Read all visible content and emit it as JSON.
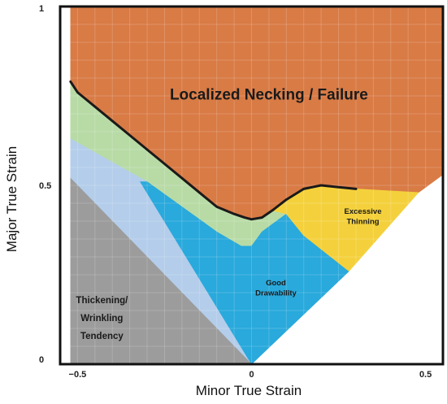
{
  "chart_data": {
    "type": "area",
    "title": "",
    "xlabel": "Minor True Strain",
    "ylabel": "Major True Strain",
    "xlim": [
      -0.55,
      0.55
    ],
    "ylim": [
      0,
      1
    ],
    "x_ticks": [
      {
        "value": -0.5,
        "label": "−0.5"
      },
      {
        "value": 0,
        "label": "0"
      },
      {
        "value": 0.5,
        "label": "0.5"
      }
    ],
    "y_ticks": [
      {
        "value": 0,
        "label": "0"
      },
      {
        "value": 0.5,
        "label": "0.5"
      },
      {
        "value": 1,
        "label": "1"
      }
    ],
    "grid": true,
    "forming_limit_curve": {
      "x": [
        -0.52,
        -0.5,
        -0.45,
        -0.4,
        -0.35,
        -0.3,
        -0.25,
        -0.2,
        -0.15,
        -0.1,
        -0.05,
        -0.02,
        0.0,
        0.03,
        0.06,
        0.1,
        0.15,
        0.2,
        0.25,
        0.3
      ],
      "y": [
        0.79,
        0.76,
        0.72,
        0.68,
        0.64,
        0.6,
        0.56,
        0.52,
        0.48,
        0.44,
        0.42,
        0.41,
        0.405,
        0.41,
        0.43,
        0.46,
        0.49,
        0.5,
        0.495,
        0.49
      ]
    },
    "regions": [
      {
        "name": "Localized Necking / Failure",
        "color": "#d97b45",
        "polygon": [
          [
            -0.52,
            1.0
          ],
          [
            0.55,
            1.0
          ],
          [
            0.55,
            0.53
          ],
          [
            0.48,
            0.48
          ],
          [
            0.3,
            0.49
          ],
          [
            0.25,
            0.495
          ],
          [
            0.2,
            0.5
          ],
          [
            0.15,
            0.49
          ],
          [
            0.1,
            0.46
          ],
          [
            0.06,
            0.43
          ],
          [
            0.03,
            0.41
          ],
          [
            0.0,
            0.405
          ],
          [
            -0.02,
            0.41
          ],
          [
            -0.05,
            0.42
          ],
          [
            -0.1,
            0.44
          ],
          [
            -0.15,
            0.48
          ],
          [
            -0.2,
            0.52
          ],
          [
            -0.25,
            0.56
          ],
          [
            -0.3,
            0.6
          ],
          [
            -0.35,
            0.64
          ],
          [
            -0.4,
            0.68
          ],
          [
            -0.45,
            0.72
          ],
          [
            -0.5,
            0.76
          ],
          [
            -0.52,
            0.79
          ]
        ]
      },
      {
        "name": "",
        "color": "#b8dba6",
        "polygon": [
          [
            -0.52,
            0.79
          ],
          [
            -0.5,
            0.76
          ],
          [
            -0.45,
            0.72
          ],
          [
            -0.4,
            0.68
          ],
          [
            -0.35,
            0.64
          ],
          [
            -0.3,
            0.6
          ],
          [
            -0.25,
            0.56
          ],
          [
            -0.2,
            0.52
          ],
          [
            -0.15,
            0.48
          ],
          [
            -0.1,
            0.44
          ],
          [
            -0.05,
            0.42
          ],
          [
            -0.02,
            0.41
          ],
          [
            0.0,
            0.405
          ],
          [
            0.03,
            0.41
          ],
          [
            0.06,
            0.43
          ],
          [
            0.1,
            0.42
          ],
          [
            0.03,
            0.37
          ],
          [
            0.0,
            0.33
          ],
          [
            -0.03,
            0.33
          ],
          [
            -0.1,
            0.37
          ],
          [
            -0.3,
            0.51
          ],
          [
            -0.52,
            0.63
          ]
        ]
      },
      {
        "name": "",
        "color": "#b4cdea",
        "polygon": [
          [
            -0.52,
            0.63
          ],
          [
            -0.3,
            0.51
          ],
          [
            -0.32,
            0.51
          ],
          [
            0.0,
            0.0
          ],
          [
            -0.52,
            0.52
          ]
        ]
      },
      {
        "name": "Good Drawability",
        "color": "#29a9dc",
        "polygon": [
          [
            -0.32,
            0.51
          ],
          [
            -0.3,
            0.51
          ],
          [
            -0.1,
            0.37
          ],
          [
            -0.03,
            0.33
          ],
          [
            0.0,
            0.33
          ],
          [
            0.03,
            0.37
          ],
          [
            0.1,
            0.42
          ],
          [
            0.15,
            0.36
          ],
          [
            0.28,
            0.26
          ],
          [
            0.0,
            0.0
          ]
        ]
      },
      {
        "name": "Excessive Thinning",
        "color": "#f4d13c",
        "polygon": [
          [
            0.06,
            0.43
          ],
          [
            0.1,
            0.46
          ],
          [
            0.15,
            0.49
          ],
          [
            0.2,
            0.5
          ],
          [
            0.25,
            0.495
          ],
          [
            0.3,
            0.49
          ],
          [
            0.48,
            0.48
          ],
          [
            0.28,
            0.26
          ],
          [
            0.15,
            0.36
          ],
          [
            0.1,
            0.42
          ]
        ]
      },
      {
        "name": "Thickening/\nWrinkling\nTendency",
        "color": "#9c9c9c",
        "polygon": [
          [
            -0.52,
            0.52
          ],
          [
            0.0,
            0.0
          ],
          [
            -0.52,
            0.0
          ]
        ]
      }
    ],
    "annotations": [
      {
        "text": "Localized Necking / Failure",
        "x": 0.05,
        "y": 0.74
      },
      {
        "text": "Excessive Thinning",
        "x": 0.32,
        "y": 0.42
      },
      {
        "text": "Good Drawability",
        "x": 0.07,
        "y": 0.22
      },
      {
        "text": "Thickening/",
        "x": -0.43,
        "y": 0.17
      },
      {
        "text": "Wrinkling",
        "x": -0.43,
        "y": 0.12
      },
      {
        "text": "Tendency",
        "x": -0.43,
        "y": 0.07
      }
    ]
  }
}
